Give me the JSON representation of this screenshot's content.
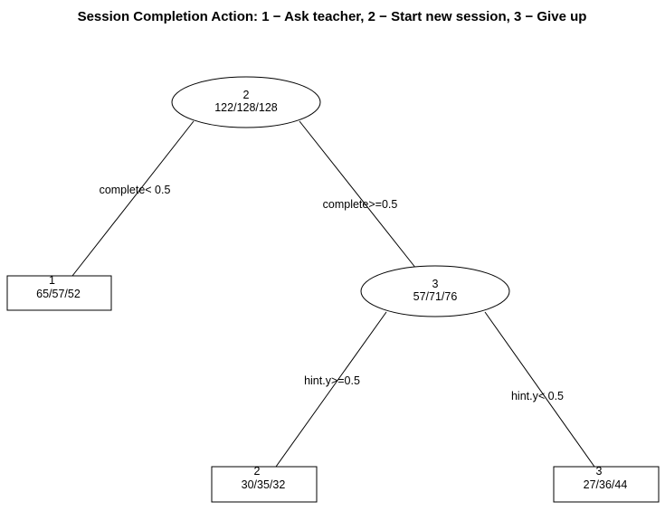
{
  "title": "Session Completion Action: 1 − Ask teacher, 2 − Start new session, 3 − Give up",
  "tree": {
    "nodes": [
      {
        "id": "root",
        "label": "2",
        "counts": "122/128/128",
        "kind": "split"
      },
      {
        "id": "leaf-left",
        "label": "1",
        "counts": "65/57/52",
        "kind": "leaf"
      },
      {
        "id": "inner-right",
        "label": "3",
        "counts": "57/71/76",
        "kind": "split"
      },
      {
        "id": "leaf-mid",
        "label": "2",
        "counts": "30/35/32",
        "kind": "leaf"
      },
      {
        "id": "leaf-right",
        "label": "3",
        "counts": "27/36/44",
        "kind": "leaf"
      }
    ],
    "edges": [
      {
        "from": "root",
        "to": "leaf-left",
        "condition": "complete< 0.5"
      },
      {
        "from": "root",
        "to": "inner-right",
        "condition": "complete>=0.5"
      },
      {
        "from": "inner-right",
        "to": "leaf-mid",
        "condition": "hint.y>=0.5"
      },
      {
        "from": "inner-right",
        "to": "leaf-right",
        "condition": "hint.y< 0.5"
      }
    ]
  }
}
